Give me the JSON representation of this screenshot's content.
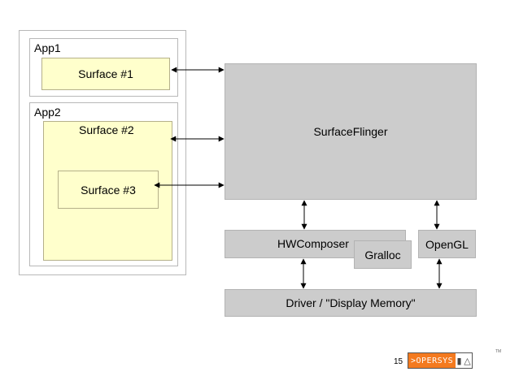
{
  "apps": [
    {
      "label": "App1"
    },
    {
      "label": "App2"
    }
  ],
  "surfaces": {
    "s1": "Surface #1",
    "s2": "Surface #2",
    "s3": "Surface #3"
  },
  "components": {
    "surfaceflinger": "SurfaceFlinger",
    "hwcomposer": "HWComposer",
    "gralloc": "Gralloc",
    "opengl": "OpenGL",
    "driver": "Driver / \"Display Memory\""
  },
  "footer": {
    "page_number": "15",
    "logo_text": ">OPERSYS",
    "logo_icons": [
      "android-icon",
      "linux-tux-icon"
    ],
    "trademark": "TM"
  },
  "colors": {
    "surface_fill": "#ffffcc",
    "component_fill": "#cccccc",
    "logo_accent": "#f47a1f"
  }
}
